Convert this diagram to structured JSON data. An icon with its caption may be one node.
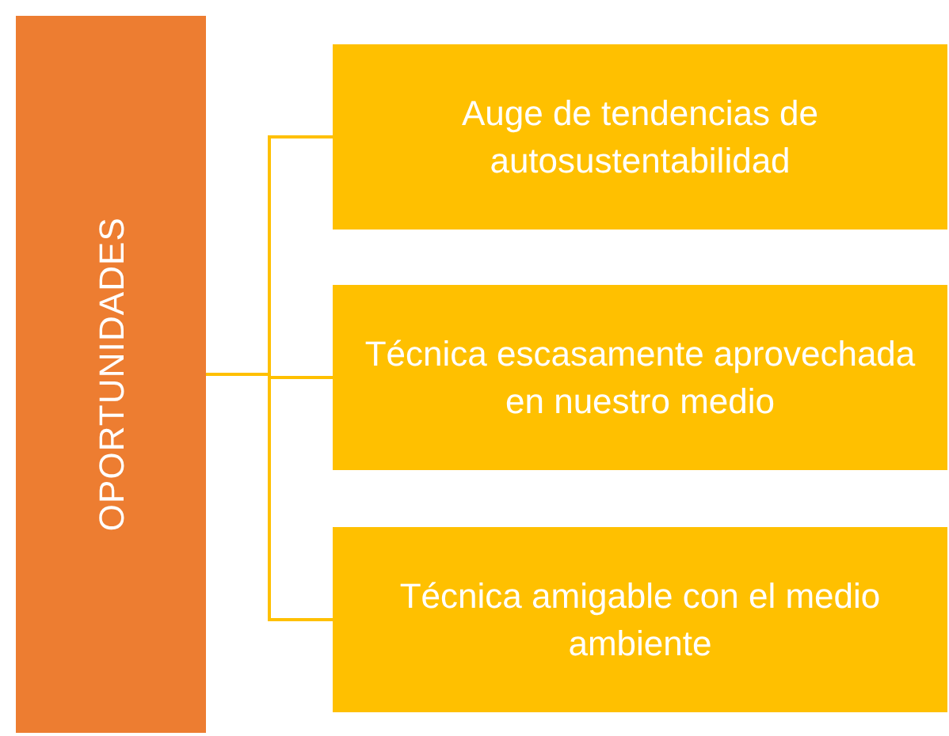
{
  "diagram": {
    "nodes": [
      {
        "text": [
          "OPORTUNIDADES"
        ]
      },
      {
        "text": [
          "Auge de tendencias de autosustentabilidad"
        ]
      },
      {
        "text": [
          "Técnica escasamente aprovechada en nuestro medio"
        ]
      },
      {
        "text": [
          "Técnica amigable con el medio ambiente"
        ]
      }
    ],
    "edges": [
      {
        "from": 0,
        "to": 1,
        "arrow": "none"
      },
      {
        "from": 0,
        "to": 2,
        "arrow": "none"
      },
      {
        "from": 0,
        "to": 3,
        "arrow": "none"
      }
    ]
  }
}
